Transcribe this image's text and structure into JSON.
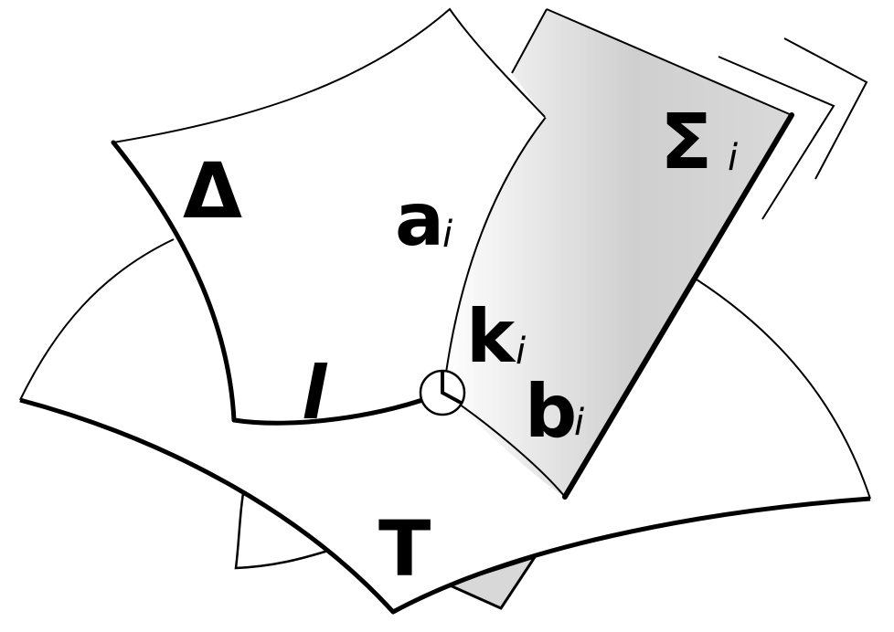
{
  "labels": {
    "delta": "Δ",
    "a": "a",
    "a_sub": "i",
    "k": "k",
    "k_sub": "i",
    "b": "b",
    "b_sub": "i",
    "sigma": "Σ",
    "sigma_sub": "i",
    "l": "l",
    "t": "T"
  },
  "colors": {
    "stroke": "#000000",
    "paper": "#ffffff",
    "sigma_fill_light": "#ffffff",
    "sigma_fill_dark": "#cfcfcf",
    "shade_small": "#d8d8d8"
  }
}
